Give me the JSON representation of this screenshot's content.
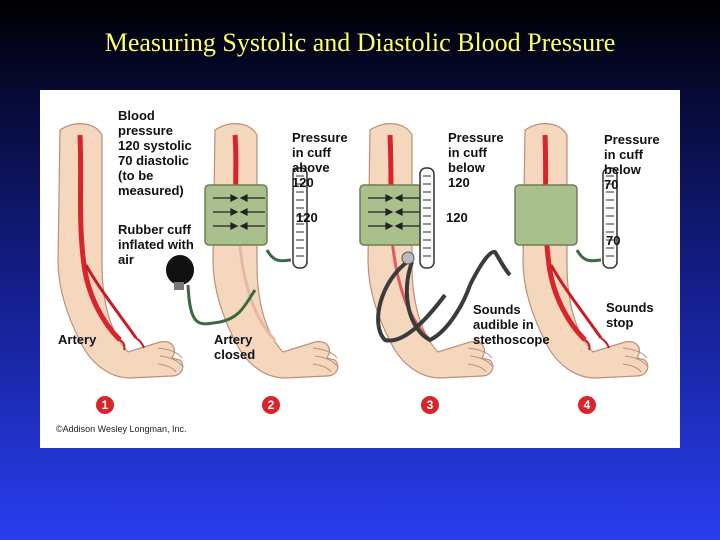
{
  "title": "Measuring Systolic and Diastolic Blood Pressure",
  "panels": [
    {
      "step": "1",
      "label_top": "Blood\npressure\n120 systolic\n70 diastolic\n(to be\nmeasured)",
      "label_mid": "Rubber cuff\ninflated with\nair",
      "label_bottom": "Artery"
    },
    {
      "step": "2",
      "label_top": "Pressure\nin cuff\nabove\n120",
      "gauge": "120",
      "label_bottom": "Artery\nclosed"
    },
    {
      "step": "3",
      "label_top": "Pressure\nin cuff\nbelow\n120",
      "gauge": "120",
      "label_bottom": "Sounds\naudible in\nstethoscope"
    },
    {
      "step": "4",
      "label_top": "Pressure\nin cuff\nbelow\n70",
      "gauge": "70",
      "label_bottom": "Sounds\nstop"
    }
  ],
  "copyright": "©Addison Wesley Longman, Inc.",
  "colors": {
    "background_top": "#000000",
    "background_bottom": "#2a3df0",
    "title": "#ffff66",
    "artery": "#d8252b",
    "cuff": "#a9bf8c",
    "skin": "#f4d7bd",
    "tube": "#3a6b3f"
  }
}
